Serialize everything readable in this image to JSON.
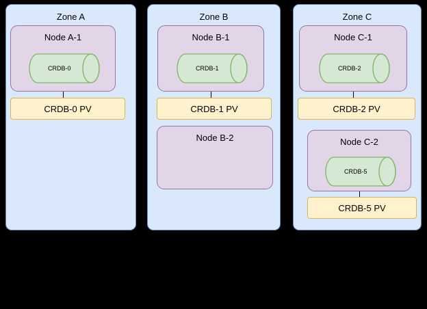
{
  "diagram": {
    "zones": [
      {
        "label": "Zone A",
        "nodes": [
          {
            "label": "Node A-1",
            "pod": "CRDB-0",
            "pv": "CRDB-0 PV"
          }
        ]
      },
      {
        "label": "Zone B",
        "nodes": [
          {
            "label": "Node B-1",
            "pod": "CRDB-1",
            "pv": "CRDB-1 PV"
          },
          {
            "label": "Node B-2"
          }
        ]
      },
      {
        "label": "Zone C",
        "nodes": [
          {
            "label": "Node C-1",
            "pod": "CRDB-2",
            "pv": "CRDB-2 PV"
          },
          {
            "label": "Node C-2",
            "pod": "CRDB-5",
            "pv": "CRDB-5 PV"
          }
        ]
      }
    ],
    "colors": {
      "background": "#000000",
      "zone_fill": "#dae8fc",
      "zone_border": "#6c8ebf",
      "node_fill": "#e1d5e7",
      "node_border": "#9673a6",
      "pod_fill": "#d5e8d4",
      "pod_border": "#82b366",
      "pv_fill": "#fff2cc",
      "pv_border": "#d6b656",
      "connector": "#000000"
    }
  }
}
